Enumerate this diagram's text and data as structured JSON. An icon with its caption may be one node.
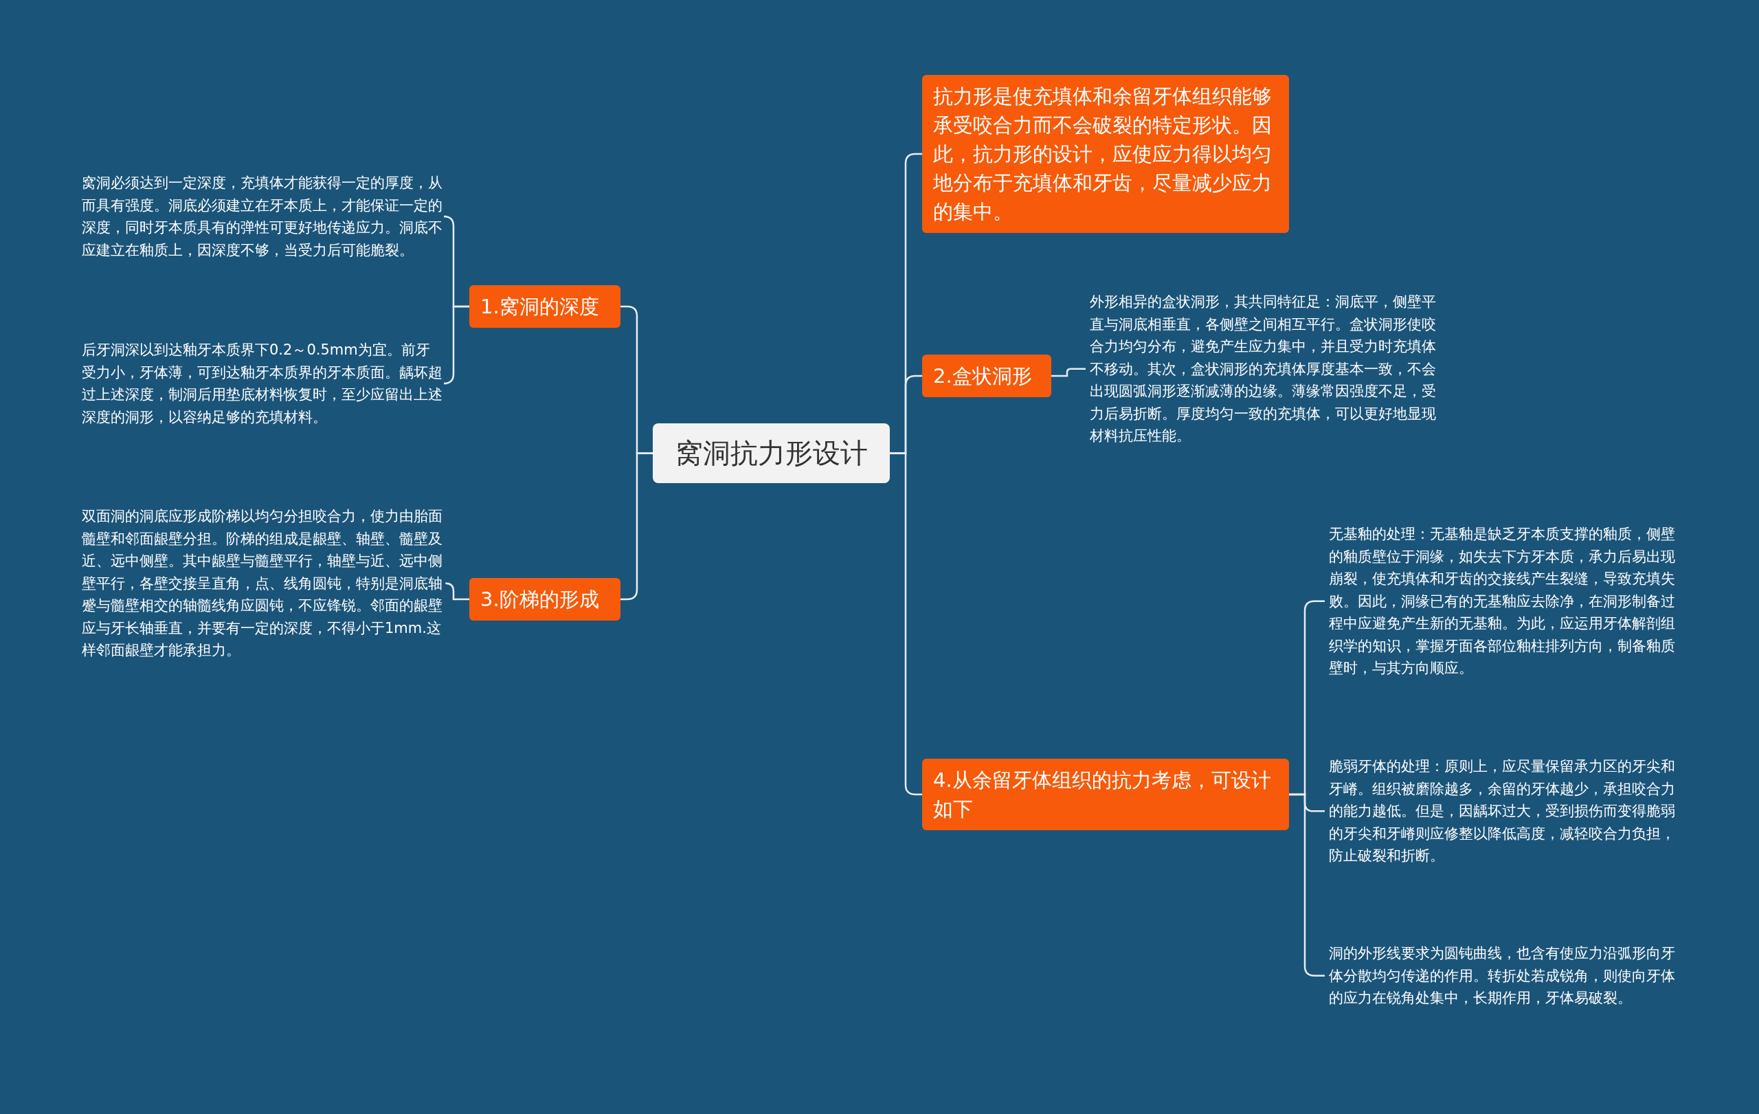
{
  "diagram": {
    "nodes": [
      {
        "text": [
          "窝洞抗力形设计"
        ]
      },
      {
        "text": [
          "1.窝洞的深度"
        ]
      },
      {
        "text": [
          "窝洞必须达到一定深度，充填体才能获得一定的厚度，从而具有强度。洞底必须建立在牙本质上，才能保证一定的深度，同时牙本质具有的弹性可更好地传递应力。洞底不应建立在釉质上，因深度不够，当受力后可能脆裂。"
        ]
      },
      {
        "text": [
          "后牙洞深以到达釉牙本质界下0.2～0.5mm为宜。前牙受力小，牙体薄，可到达釉牙本质界的牙本质面。龋坏超过上述深度，制洞后用垫底材料恢复时，至少应留出上述深度的洞形，以容纳足够的充填材料。"
        ]
      },
      {
        "text": [
          "3.阶梯的形成"
        ]
      },
      {
        "text": [
          "双面洞的洞底应形成阶梯以均匀分担咬合力，使力由胎面髓壁和邻面龈壁分担。阶梯的组成是龈壁、轴壁、髓壁及近、远中侧壁。其中龈壁与髓壁平行，轴壁与近、远中侧壁平行，各壁交接呈直角，点、线角圆钝，特别是洞底轴蹙与髓壁相交的轴髓线角应圆钝，不应锋锐。邻面的龈壁应与牙长轴垂直，并要有一定的深度，不得小于1mm.这样邻面龈壁才能承担力。"
        ]
      },
      {
        "text": [
          "抗力形是使充填体和余留牙体组织能够承受咬合力而不会破裂的特定形状。因此，抗力形的设计，应使应力得以均匀地分布于充填体和牙齿，尽量减少应力的集中。"
        ]
      },
      {
        "text": [
          "2.盒状洞形"
        ]
      },
      {
        "text": [
          "外形相异的盒状洞形，其共同特征足：洞底平，侧壁平直与洞底相垂直，各侧壁之间相互平行。盒状洞形使咬合力均匀分布，避免产生应力集中，并且受力时充填体不移动。其次，盒状洞形的充填体厚度基本一致，不会出现圆弧洞形逐渐减薄的边缘。薄缘常因强度不足，受力后易折断。厚度均匀一致的充填体，可以更好地显现材料抗压性能。"
        ]
      },
      {
        "text": [
          "4.从余留牙体组织的抗力考虑，可设计如下"
        ]
      },
      {
        "text": [
          "无基釉的处理：无基釉是缺乏牙本质支撑的釉质，侧壁的釉质壁位于洞缘，如失去下方牙本质，承力后易出现崩裂，使充填体和牙齿的交接线产生裂缝，导致充填失败。因此，洞缘已有的无基釉应去除净，在洞形制备过程中应避免产生新的无基釉。为此，应运用牙体解剖组织学的知识，掌握牙面各部位釉柱排列方向，制备釉质壁时，与其方向顺应。"
        ]
      },
      {
        "text": [
          "脆弱牙体的处理：原则上，应尽量保留承力区的牙尖和牙嵴。组织被磨除越多，余留的牙体越少，承担咬合力的能力越低。但是，因龋坏过大，受到损伤而变得脆弱的牙尖和牙嵴则应修整以降低高度，减轻咬合力负担，防止破裂和折断。"
        ]
      },
      {
        "text": [
          "洞的外形线要求为圆钝曲线，也含有使应力沿弧形向牙体分散均匀传递的作用。转折处若成锐角，则使向牙体的应力在锐角处集中，长期作用，牙体易破裂。"
        ]
      }
    ],
    "edges": [
      {
        "from": 0,
        "to": 1,
        "arrow": "none"
      },
      {
        "from": 1,
        "to": 2,
        "arrow": "none"
      },
      {
        "from": 1,
        "to": 3,
        "arrow": "none"
      },
      {
        "from": 0,
        "to": 4,
        "arrow": "none"
      },
      {
        "from": 4,
        "to": 5,
        "arrow": "none"
      },
      {
        "from": 0,
        "to": 6,
        "arrow": "none"
      },
      {
        "from": 0,
        "to": 7,
        "arrow": "none"
      },
      {
        "from": 7,
        "to": 8,
        "arrow": "none"
      },
      {
        "from": 0,
        "to": 9,
        "arrow": "none"
      },
      {
        "from": 9,
        "to": 10,
        "arrow": "none"
      },
      {
        "from": 9,
        "to": 11,
        "arrow": "none"
      },
      {
        "from": 9,
        "to": 12,
        "arrow": "none"
      }
    ]
  }
}
